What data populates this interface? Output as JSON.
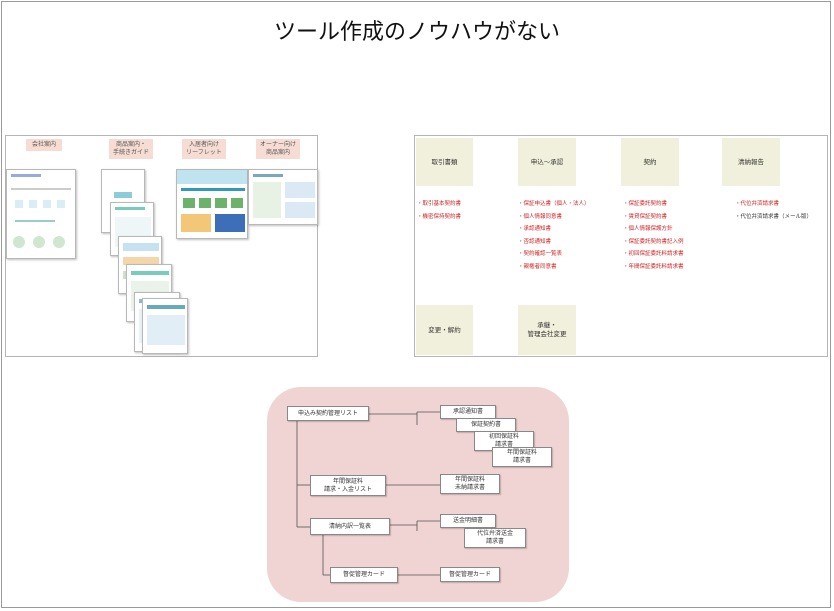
{
  "title": "ツール作成のノウハウがない",
  "left_panel": {
    "labels": [
      "会社案内",
      "商品案内・\n手続きガイド",
      "入居者向け\nリーフレット",
      "オーナー向け\n商品案内"
    ]
  },
  "right_panel": {
    "headers": [
      "取引書類",
      "申込～承認",
      "契約",
      "清納報告",
      "変更・解約",
      "承継・\n管理会社変更"
    ],
    "columns": [
      {
        "items": [
          "・取引基本契約書",
          "・機密保持契約書"
        ],
        "color": "#d22222"
      },
      {
        "items": [
          "・保証申込書（個人・法人）",
          "・個人情報同意書",
          "・承認通知書",
          "・否認通知書",
          "・契約確認一覧表",
          "・親権者同意書"
        ],
        "color": "#d22222"
      },
      {
        "items": [
          "・保証委託契約書",
          "・賃貸保証契約書",
          "・個人情報保護方針",
          "・保証委託契約書記入例",
          "・初回保証委託料請求書",
          "・年間保証委託料請求書"
        ],
        "color": "#d22222"
      },
      {
        "items": [
          "・代位弁済請求書",
          "・代位弁済請求書（メール版）"
        ],
        "color": "#333333"
      }
    ]
  },
  "flow": {
    "left_boxes": [
      "申込み契約管理リスト",
      "年間保証料\n請求・入金リスト",
      "清納内訳一覧表",
      "督促管理カード"
    ],
    "right_boxes": [
      "承認通知書",
      "保証契約書",
      "初回保証料\n請求書",
      "年間保証料\n請求書",
      "年間保証料\n未納請求書",
      "送金明細書",
      "代位弁済送金\n請求書",
      "督促管理カード"
    ]
  }
}
